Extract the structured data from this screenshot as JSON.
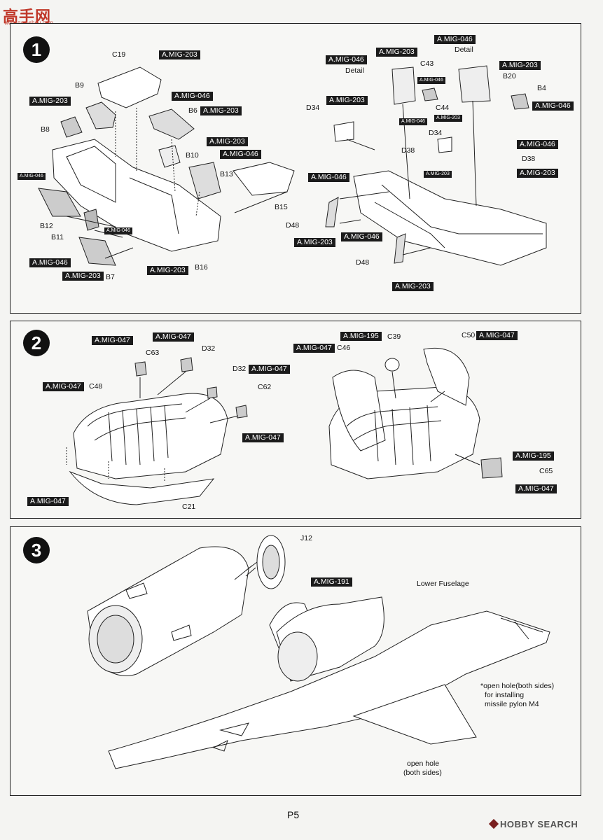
{
  "watermark": {
    "title": "高手网",
    "url": "www.gao-shou.com"
  },
  "page": {
    "number": "P5"
  },
  "site_mark": {
    "text": "HOBBY SEARCH"
  },
  "steps": {
    "s1": "1",
    "s2": "2",
    "s3": "3"
  },
  "panel1": {
    "tags": [
      "A.MIG-203",
      "A.MIG-203",
      "A.MIG-046",
      "A.MIG-203",
      "A.MIG-046",
      "A.MIG-203",
      "A.MIG-046",
      "A.MIG-046",
      "A.MIG-046",
      "A.MIG-203",
      "A.MIG-046",
      "A.MIG-203",
      "A.MIG-046",
      "A.MIG-203",
      "A.MIG-046",
      "A.MIG-203",
      "A.MIG-046",
      "A.MIG-046",
      "A.MIG-203",
      "A.MIG-203",
      "A.MIG-046",
      "A.MIG-046",
      "A.MIG-203",
      "A.MIG-203",
      "A.MIG-203"
    ],
    "labels": [
      "C19",
      "B9",
      "B8",
      "B6",
      "B10",
      "B13",
      "B12",
      "B11",
      "B7",
      "B16",
      "B15",
      "D48",
      "D48",
      "D34",
      "D34",
      "D38",
      "D38",
      "C43",
      "C44",
      "B20",
      "B4"
    ],
    "details": [
      "Detail",
      "Detail"
    ]
  },
  "panel2": {
    "tags": [
      "A.MIG-047",
      "A.MIG-047",
      "A.MIG-047",
      "A.MIG-047",
      "A.MIG-047",
      "A.MIG-047",
      "A.MIG-195",
      "A.MIG-047",
      "A.MIG-195",
      "A.MIG-047"
    ],
    "labels": [
      "C63",
      "D32",
      "D32",
      "C48",
      "C62",
      "C21",
      "C46",
      "C39",
      "C50",
      "C65"
    ]
  },
  "panel3": {
    "tags": [
      "A.MIG-191"
    ],
    "labels": [
      "J12"
    ],
    "notes": {
      "lower_fuselage": "Lower Fuselage",
      "pylon_1": "*open hole(both sides)",
      "pylon_2": "for installing",
      "pylon_3": "missile pylon M4",
      "open_1": "open hole",
      "open_2": "(both sides)"
    }
  }
}
